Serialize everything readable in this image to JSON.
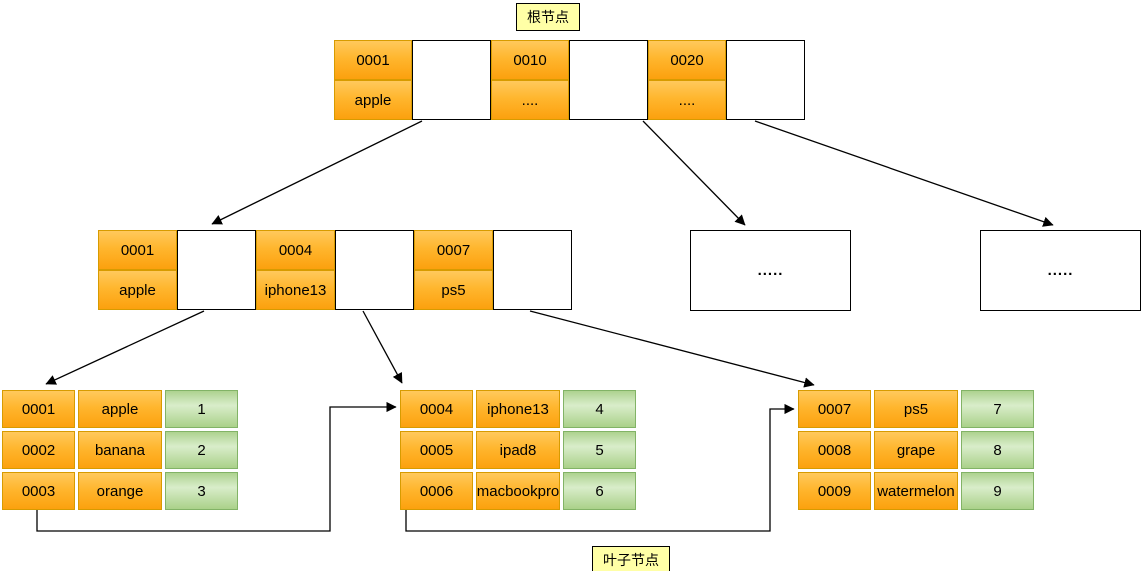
{
  "labels": {
    "root": "根节点",
    "leaf": "叶子节点"
  },
  "colors": {
    "orange_fill_top": "#ffc95c",
    "orange_fill_bottom": "#fca10e",
    "orange_border": "#d79b00",
    "green_fill_top": "#aed28f",
    "green_fill_bottom": "#aad189",
    "green_border": "#82b366",
    "label_bg": "#ffffa6",
    "line": "#000000"
  },
  "root_node": {
    "entries": [
      {
        "key": "0001",
        "value": "apple"
      },
      {
        "key": "0010",
        "value": "...."
      },
      {
        "key": "0020",
        "value": "...."
      }
    ]
  },
  "internal_node": {
    "entries": [
      {
        "key": "0001",
        "value": "apple"
      },
      {
        "key": "0004",
        "value": "iphone13"
      },
      {
        "key": "0007",
        "value": "ps5"
      }
    ]
  },
  "collapsed_nodes": [
    {
      "text": "....."
    },
    {
      "text": "....."
    }
  ],
  "leaf_nodes": [
    {
      "rows": [
        {
          "id": "0001",
          "name": "apple",
          "val": "1"
        },
        {
          "id": "0002",
          "name": "banana",
          "val": "2"
        },
        {
          "id": "0003",
          "name": "orange",
          "val": "3"
        }
      ]
    },
    {
      "rows": [
        {
          "id": "0004",
          "name": "iphone13",
          "val": "4"
        },
        {
          "id": "0005",
          "name": "ipad8",
          "val": "5"
        },
        {
          "id": "0006",
          "name": "macbookpro",
          "val": "6"
        }
      ]
    },
    {
      "rows": [
        {
          "id": "0007",
          "name": "ps5",
          "val": "7"
        },
        {
          "id": "0008",
          "name": "grape",
          "val": "8"
        },
        {
          "id": "0009",
          "name": "watermelon",
          "val": "9"
        }
      ]
    }
  ]
}
